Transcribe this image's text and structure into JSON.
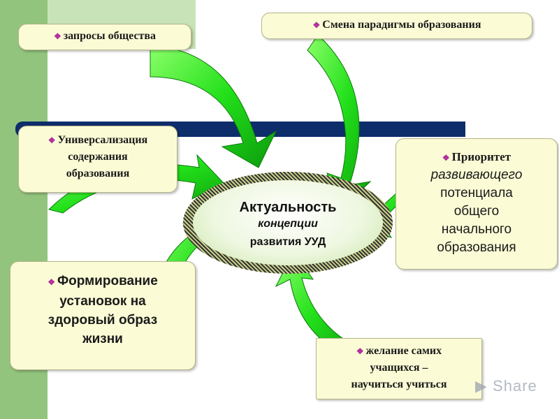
{
  "center": {
    "title": "Актуальность",
    "line2": "концепции",
    "line3": "развития УУД"
  },
  "boxes": {
    "society": {
      "bullet": "❖",
      "text": "запросы общества"
    },
    "paradigm": {
      "bullet": "❖",
      "text": "Смена парадигмы образования"
    },
    "universal": {
      "bullet": "❖",
      "line1": "Универсализация",
      "line2": "содержания",
      "line3": "образования"
    },
    "priority": {
      "bullet": "❖",
      "line1": "Приоритет",
      "line2": "развивающего",
      "line3": "потенциала",
      "line4": "общего",
      "line5": "начального",
      "line6": "образования"
    },
    "health": {
      "bullet": "❖",
      "line1": "Формирование",
      "line2": "установок на",
      "line3": "здоровый образ",
      "line4": "жизни"
    },
    "desire": {
      "bullet": "❖",
      "line1": "желание самих",
      "line2": "учащихся –",
      "line3": "научиться учиться"
    }
  },
  "watermark": "Share",
  "colors": {
    "arrow_green": "#22e01a",
    "arrow_dark": "#0c9a0c",
    "box_fill": "#fbfbd6",
    "strip_green": "#93c47d",
    "navy": "#0e2d6b"
  }
}
